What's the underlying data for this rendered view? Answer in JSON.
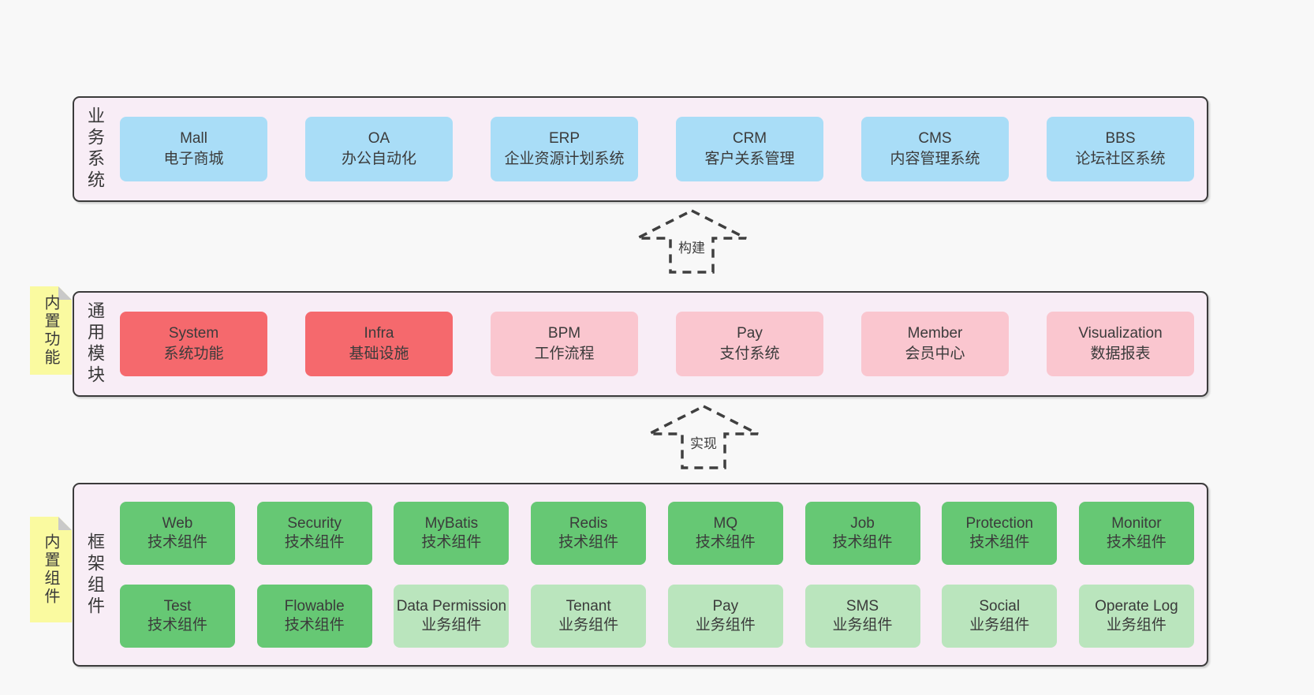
{
  "colors": {
    "blue": "#a9ddf7",
    "red": "#f5696d",
    "pink": "#fac6cf",
    "green": "#66c874",
    "lightgreen": "#bae5bd",
    "band_bg": "#f8edf6",
    "sticky_yellow": "#fafaa0",
    "border": "#3b3b3b",
    "page_bg": "#f8f8f8"
  },
  "arrows": [
    {
      "label": "构建"
    },
    {
      "label": "实现"
    }
  ],
  "bands": [
    {
      "side_label": "业务系统",
      "boxes": [
        {
          "title": "Mall",
          "subtitle": "电子商城",
          "color": "blue"
        },
        {
          "title": "OA",
          "subtitle": "办公自动化",
          "color": "blue"
        },
        {
          "title": "ERP",
          "subtitle": "企业资源计划系统",
          "color": "blue"
        },
        {
          "title": "CRM",
          "subtitle": "客户关系管理",
          "color": "blue"
        },
        {
          "title": "CMS",
          "subtitle": "内容管理系统",
          "color": "blue"
        },
        {
          "title": "BBS",
          "subtitle": "论坛社区系统",
          "color": "blue"
        }
      ]
    },
    {
      "side_label": "通用模块",
      "sticky": "内置功能",
      "boxes": [
        {
          "title": "System",
          "subtitle": "系统功能",
          "color": "red"
        },
        {
          "title": "Infra",
          "subtitle": "基础设施",
          "color": "red"
        },
        {
          "title": "BPM",
          "subtitle": "工作流程",
          "color": "pink"
        },
        {
          "title": "Pay",
          "subtitle": "支付系统",
          "color": "pink"
        },
        {
          "title": "Member",
          "subtitle": "会员中心",
          "color": "pink"
        },
        {
          "title": "Visualization",
          "subtitle": "数据报表",
          "color": "pink"
        }
      ]
    },
    {
      "side_label": "框架组件",
      "sticky": "内置组件",
      "rows": [
        [
          {
            "title": "Web",
            "subtitle": "技术组件",
            "color": "green"
          },
          {
            "title": "Security",
            "subtitle": "技术组件",
            "color": "green"
          },
          {
            "title": "MyBatis",
            "subtitle": "技术组件",
            "color": "green"
          },
          {
            "title": "Redis",
            "subtitle": "技术组件",
            "color": "green"
          },
          {
            "title": "MQ",
            "subtitle": "技术组件",
            "color": "green"
          },
          {
            "title": "Job",
            "subtitle": "技术组件",
            "color": "green"
          },
          {
            "title": "Protection",
            "subtitle": "技术组件",
            "color": "green"
          },
          {
            "title": "Monitor",
            "subtitle": "技术组件",
            "color": "green"
          }
        ],
        [
          {
            "title": "Test",
            "subtitle": "技术组件",
            "color": "green"
          },
          {
            "title": "Flowable",
            "subtitle": "技术组件",
            "color": "green"
          },
          {
            "title": "Data Permission",
            "subtitle": "业务组件",
            "color": "lightgreen"
          },
          {
            "title": "Tenant",
            "subtitle": "业务组件",
            "color": "lightgreen"
          },
          {
            "title": "Pay",
            "subtitle": "业务组件",
            "color": "lightgreen"
          },
          {
            "title": "SMS",
            "subtitle": "业务组件",
            "color": "lightgreen"
          },
          {
            "title": "Social",
            "subtitle": "业务组件",
            "color": "lightgreen"
          },
          {
            "title": "Operate Log",
            "subtitle": "业务组件",
            "color": "lightgreen"
          }
        ]
      ]
    }
  ]
}
